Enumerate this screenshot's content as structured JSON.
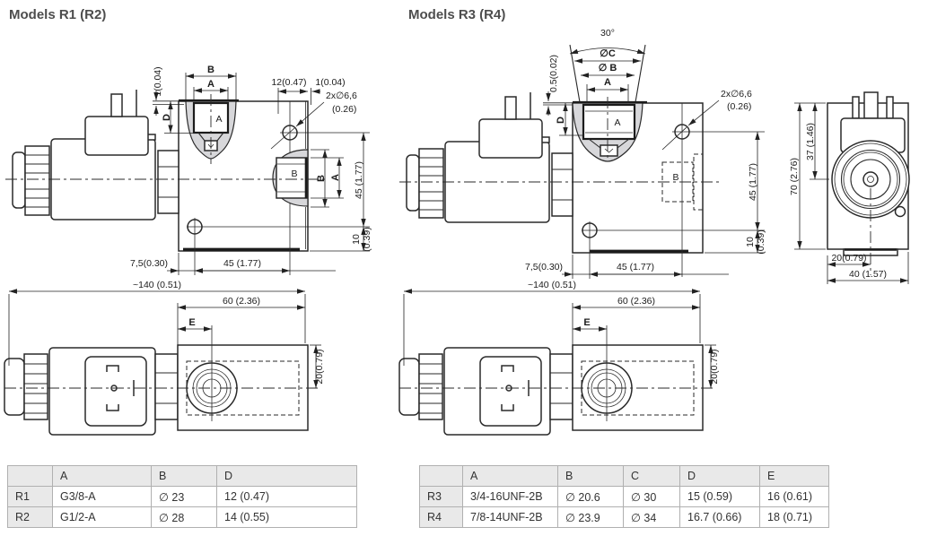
{
  "page": {
    "title_left": "Models R1 (R2)",
    "title_right": "Models R3 (R4)"
  },
  "colors": {
    "line": "#2a2a2a",
    "shade_fill": "#d7d7da",
    "table_header_bg": "#e9e9e9",
    "table_border": "#b0b0b0",
    "title_text": "#4d4d4d"
  },
  "side_view_r1": {
    "dim_b_top": "B",
    "dim_a_top": "A",
    "dim_1_left": "1(0.04)",
    "dim_d": "D",
    "dim_12": "12(0.47)",
    "dim_1_right": "1(0.04)",
    "hole_callout_line1": "2x∅6,6",
    "hole_callout_line2": "(0.26)",
    "port_top_label": "A",
    "port_side_label": "B",
    "dim_b_side": "B",
    "dim_a_side": "A",
    "dim_45_side": "45 (1.77)",
    "dim_10": "10",
    "dim_10_in": "(0.39)",
    "dim_75_bottom": "7,5(0.30)",
    "dim_45_bottom": "45 (1.77)"
  },
  "side_view_r3": {
    "dim_30deg": "30°",
    "dim_c_top": "∅C",
    "dim_b_top": "∅ B",
    "dim_a_top": "A",
    "dim_05_left": "0.5(0.02)",
    "dim_d": "D",
    "hole_callout_line1": "2x∅6,6",
    "hole_callout_line2": "(0.26)",
    "port_top_label": "A",
    "port_side_label": "B",
    "dim_45_side": "45 (1.77)",
    "dim_10": "10",
    "dim_10_in": "(0.39)",
    "dim_75_bottom": "7,5(0.30)",
    "dim_45_bottom": "45 (1.77)"
  },
  "end_view": {
    "dim_70": "70 (2.76)",
    "dim_37": "37 (1.46)",
    "dim_20": "20(0.79)",
    "dim_40": "40 (1.57)"
  },
  "top_view_r1": {
    "dim_140": "~140 (0.51)",
    "dim_60": "60 (2.36)",
    "dim_e": "E",
    "dim_20": "20(0.79)"
  },
  "top_view_r3": {
    "dim_140": "~140 (0.51)",
    "dim_60": "60 (2.36)",
    "dim_e": "E",
    "dim_20": "20(0.79)"
  },
  "table_r1r2": {
    "headers": [
      "",
      "A",
      "B",
      "D"
    ],
    "rows": [
      [
        "R1",
        "G3/8-A",
        "∅ 23",
        "12 (0.47)"
      ],
      [
        "R2",
        "G1/2-A",
        "∅ 28",
        "14 (0.55)"
      ]
    ]
  },
  "table_r3r4": {
    "headers": [
      "",
      "A",
      "B",
      "C",
      "D",
      "E"
    ],
    "rows": [
      [
        "R3",
        "3/4-16UNF-2B",
        "∅ 20.6",
        "∅ 30",
        "15 (0.59)",
        "16 (0.61)"
      ],
      [
        "R4",
        "7/8-14UNF-2B",
        "∅ 23.9",
        "∅ 34",
        "16.7 (0.66)",
        "18 (0.71)"
      ]
    ]
  }
}
